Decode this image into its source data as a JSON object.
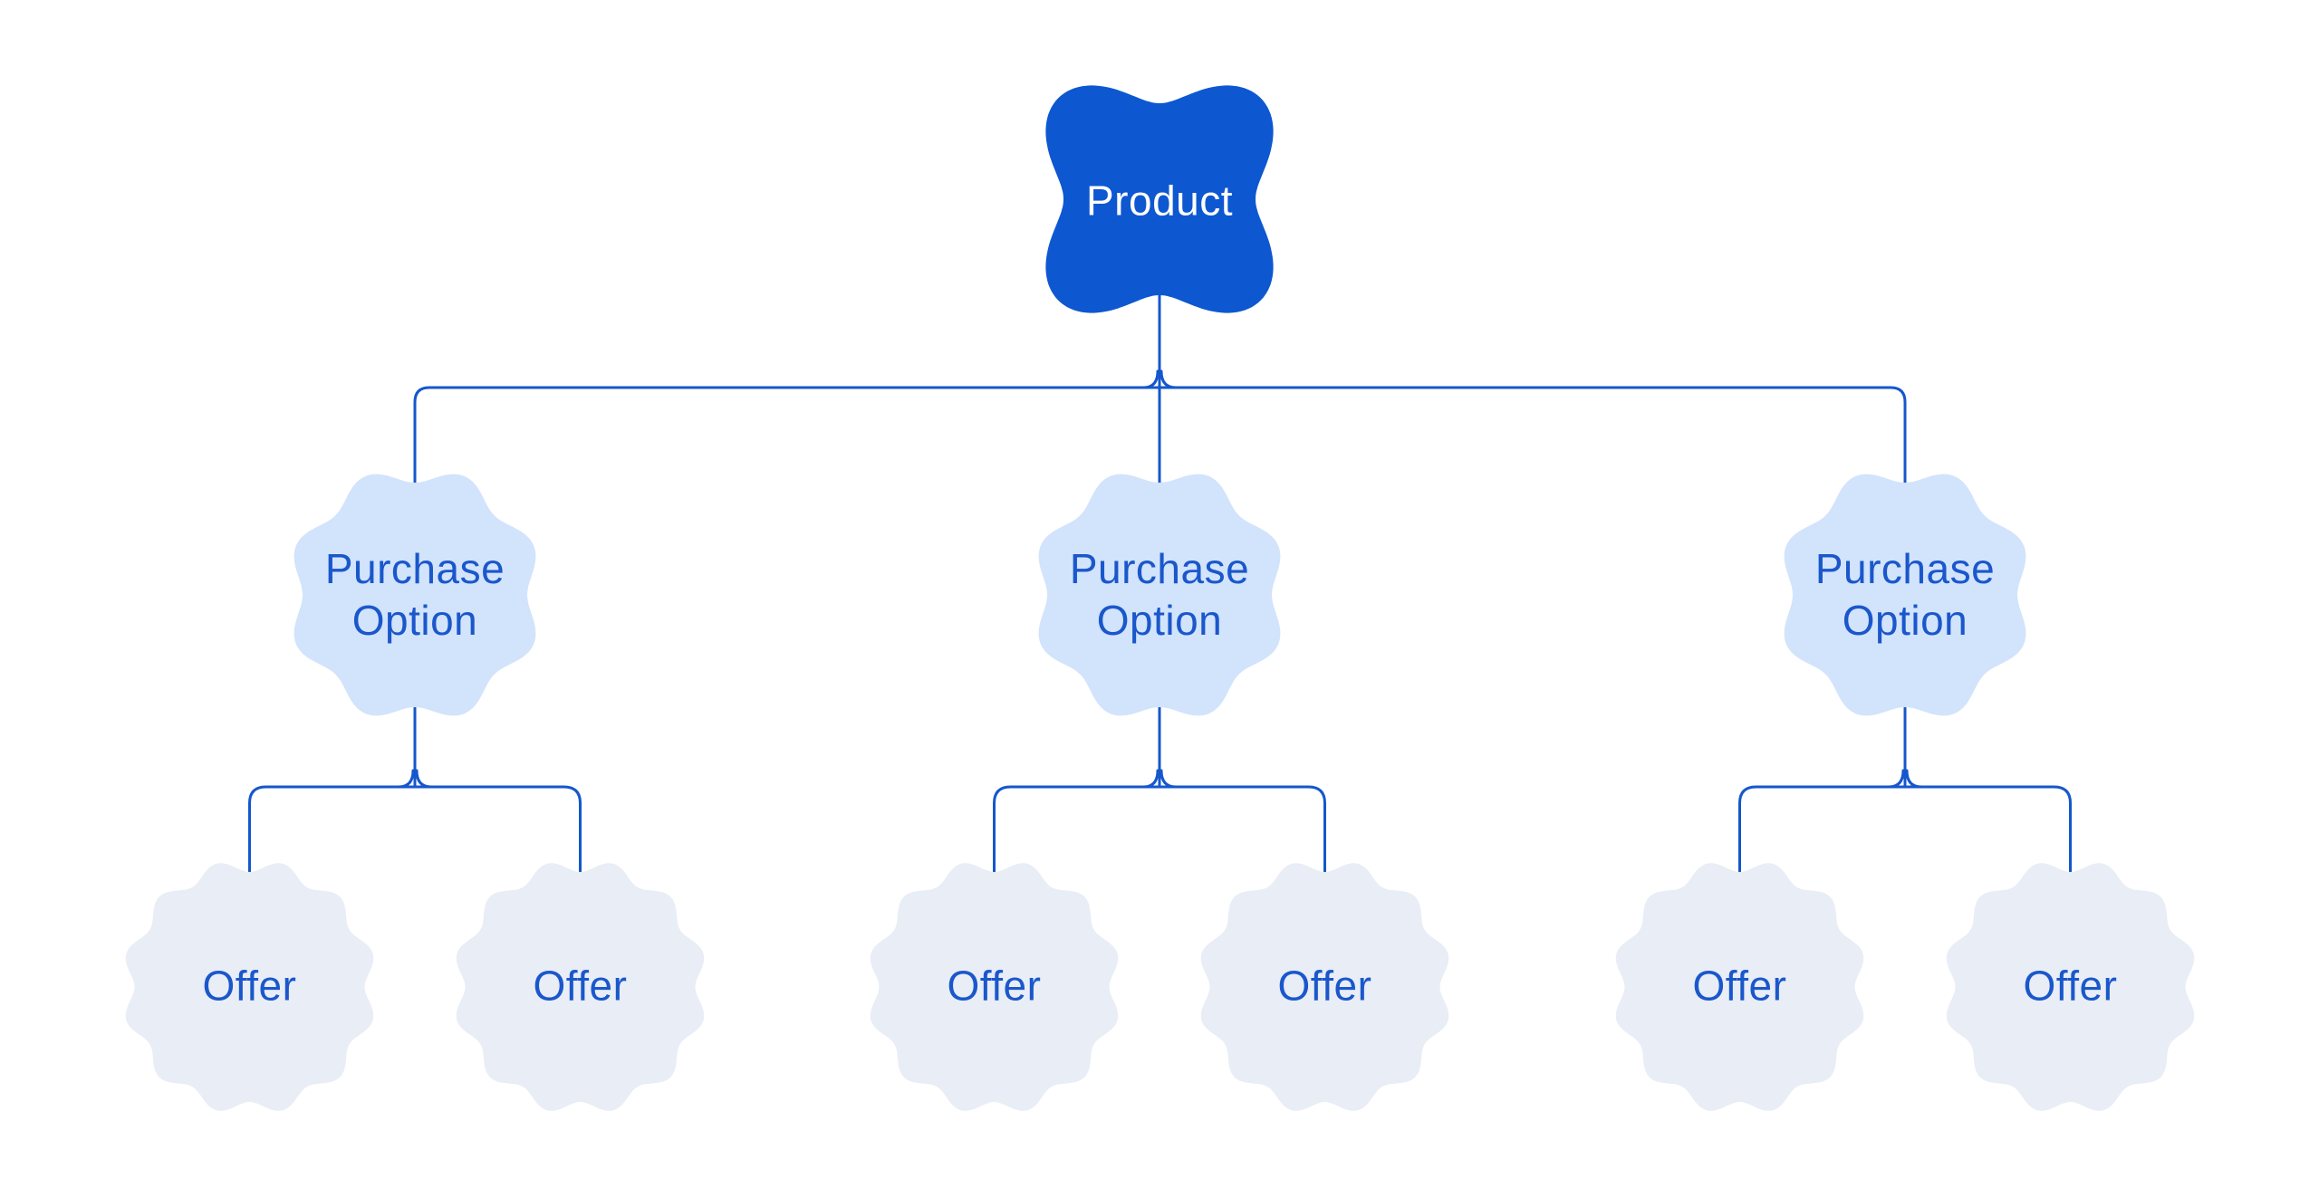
{
  "diagram": {
    "tree": {
      "root": {
        "label": "Product",
        "children": [
          {
            "label": "Purchase Option",
            "children": [
              {
                "label": "Offer"
              },
              {
                "label": "Offer"
              }
            ]
          },
          {
            "label": "Purchase Option",
            "children": [
              {
                "label": "Offer"
              },
              {
                "label": "Offer"
              }
            ]
          },
          {
            "label": "Purchase Option",
            "children": [
              {
                "label": "Offer"
              },
              {
                "label": "Offer"
              }
            ]
          }
        ]
      }
    },
    "colors": {
      "background": "#FFFFFF",
      "product_fill": "#0D57D1",
      "product_text": "#FFFFFF",
      "purchase_option_fill": "#D2E3FC",
      "offer_fill": "#E8EDF6",
      "node_text": "#1A57CB",
      "connector": "#1557CC"
    }
  }
}
